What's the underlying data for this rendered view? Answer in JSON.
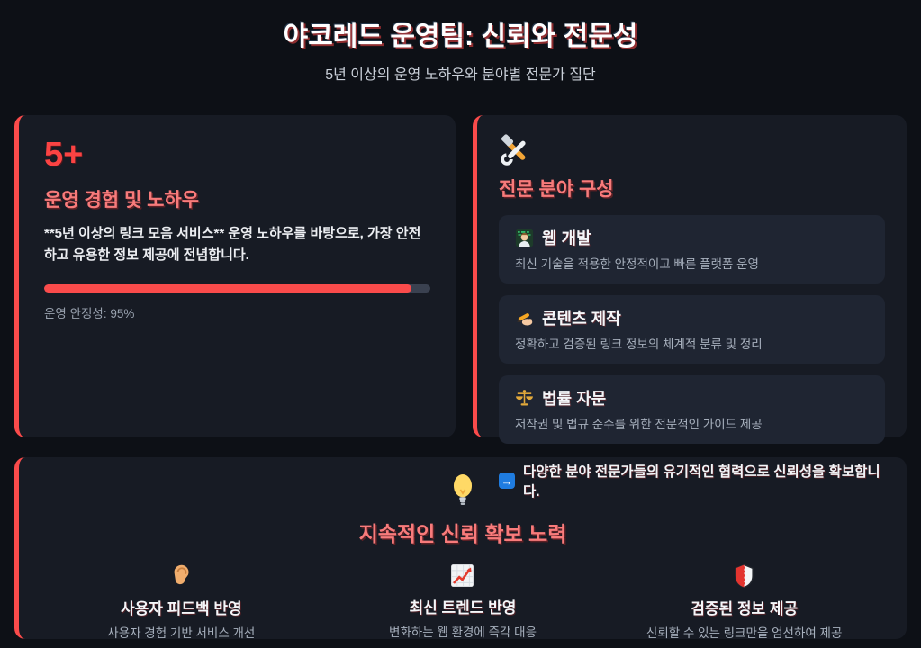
{
  "header": {
    "title": "야코레드 운영팀: 신뢰와 전문성",
    "subtitle": "5년 이상의 운영 노하우와 분야별 전문가 집단"
  },
  "experience_card": {
    "stat_value": "5+",
    "heading": "운영 경험 및 노하우",
    "description": "**5년 이상의 링크 모음 서비스** 운영 노하우를 바탕으로, 가장 안전하고 유용한 정보 제공에 전념합니다.",
    "progress_percent": 95,
    "progress_label": "운영 안정성: 95%"
  },
  "expertise_card": {
    "icon": "hammer-wrench-icon",
    "heading": "전문 분야 구성",
    "items": [
      {
        "icon": "technologist-icon",
        "title": "웹 개발",
        "description": "최신 기술을 적용한 안정적이고 빠른 플랫폼 운영"
      },
      {
        "icon": "writing-hand-icon",
        "title": "콘텐츠 제작",
        "description": "정확하고 검증된 링크 정보의 체계적 분류 및 정리"
      },
      {
        "icon": "balance-scale-icon",
        "title": "법률 자문",
        "description": "저작권 및 법규 준수를 위한 전문적인 가이드 제공"
      }
    ],
    "note": {
      "icon": "right-arrow-icon",
      "text": "다양한 분야 전문가들의 유기적인 협력으로 신뢰성을 확보합니다."
    }
  },
  "trust_card": {
    "icon": "light-bulb-icon",
    "heading": "지속적인 신뢰 확보 노력",
    "items": [
      {
        "icon": "ear-icon",
        "title": "사용자 피드백 반영",
        "description": "사용자 경험 기반 서비스 개선"
      },
      {
        "icon": "chart-increasing-icon",
        "title": "최신 트렌드 반영",
        "description": "변화하는 웹 환경에 즉각 대응"
      },
      {
        "icon": "shield-icon",
        "title": "검증된 정보 제공",
        "description": "신뢰할 수 있는 링크만을 엄선하여 제공"
      }
    ]
  },
  "colors": {
    "accent_red": "#fa4b4b",
    "heading_coral": "#f87b7b",
    "page_bg": "#0d1016",
    "card_bg": "#171b24",
    "subcard_bg": "#1f2532"
  }
}
